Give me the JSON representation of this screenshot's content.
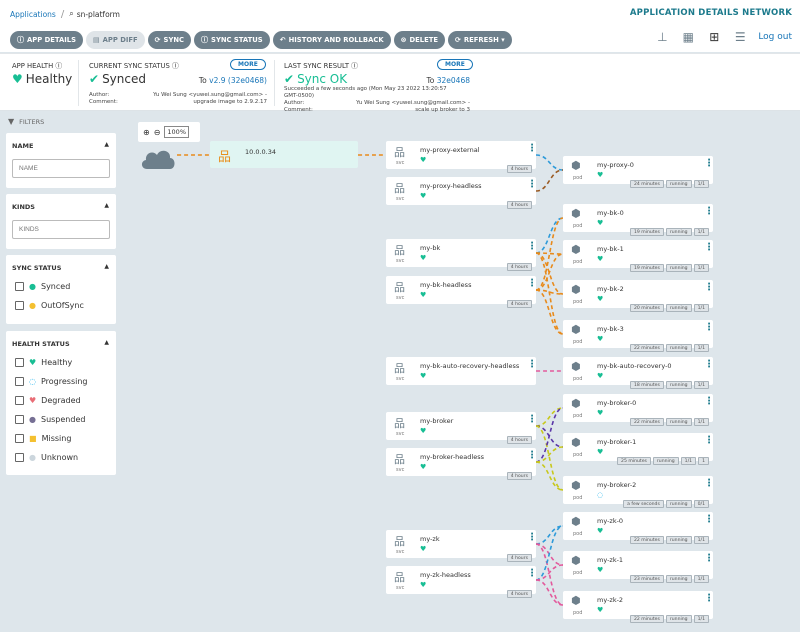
{
  "breadcrumb": {
    "parent": "Applications",
    "current": "sn-platform"
  },
  "page_title": "APPLICATION DETAILS NETWORK",
  "toolbar": [
    {
      "label": "APP DETAILS",
      "icon": "ⓘ",
      "style": "dark"
    },
    {
      "label": "APP DIFF",
      "icon": "▤",
      "style": "light"
    },
    {
      "label": "SYNC",
      "icon": "⟳",
      "style": "dark"
    },
    {
      "label": "SYNC STATUS",
      "icon": "ⓘ",
      "style": "dark"
    },
    {
      "label": "HISTORY AND ROLLBACK",
      "icon": "↶",
      "style": "dark"
    },
    {
      "label": "DELETE",
      "icon": "⊗",
      "style": "dark"
    },
    {
      "label": "REFRESH ▾",
      "icon": "⟳",
      "style": "dark"
    }
  ],
  "logout": "Log out",
  "status": {
    "health": {
      "label": "APP HEALTH ⓘ",
      "value": "Healthy"
    },
    "sync": {
      "label": "CURRENT SYNC STATUS ⓘ",
      "value": "Synced",
      "more": "MORE",
      "to_prefix": "To",
      "to_value": "v2.9 (32e0468)",
      "author_label": "Author:",
      "author": "Yu Wei Sung <yuwei.sung@gmail.com> -",
      "comment_label": "Comment:",
      "comment": "upgrade image to 2.9.2.17"
    },
    "last": {
      "label": "LAST SYNC RESULT ⓘ",
      "value": "Sync OK",
      "more": "MORE",
      "to_prefix": "To",
      "to_value": "32e0468",
      "ago": "Succeeded a few seconds ago (Mon May 23 2022 13:20:57",
      "tz": "GMT-0500)",
      "author_label": "Author:",
      "author": "Yu Wei Sung <yuwei.sung@gmail.com> -",
      "comment_label": "Comment:",
      "comment": "scale up broker to 3"
    }
  },
  "filters": {
    "header": "FILTERS",
    "name": {
      "title": "NAME",
      "placeholder": "NAME"
    },
    "kinds": {
      "title": "KINDS",
      "placeholder": "KINDS"
    },
    "sync_status": {
      "title": "SYNC STATUS",
      "items": [
        "Synced",
        "OutOfSync"
      ]
    },
    "health_status": {
      "title": "HEALTH STATUS",
      "items": [
        "Healthy",
        "Progressing",
        "Degraded",
        "Suspended",
        "Missing",
        "Unknown"
      ]
    }
  },
  "zoom": {
    "level": "100%"
  },
  "ip_node": "10.0.0.34",
  "services": [
    {
      "name": "my-proxy-external",
      "kind": "svc",
      "age": "4 hours"
    },
    {
      "name": "my-proxy-headless",
      "kind": "svc",
      "age": "4 hours"
    },
    {
      "name": "my-bk",
      "kind": "svc",
      "age": "4 hours"
    },
    {
      "name": "my-bk-headless",
      "kind": "svc",
      "age": "4 hours"
    },
    {
      "name": "my-bk-auto-recovery-headless",
      "kind": "svc",
      "age": ""
    },
    {
      "name": "my-broker",
      "kind": "svc",
      "age": "4 hours"
    },
    {
      "name": "my-broker-headless",
      "kind": "svc",
      "age": "4 hours"
    },
    {
      "name": "my-zk",
      "kind": "svc",
      "age": "4 hours"
    },
    {
      "name": "my-zk-headless",
      "kind": "svc",
      "age": "4 hours"
    }
  ],
  "pods": [
    {
      "name": "my-proxy-0",
      "kind": "pod",
      "tags": [
        "24 minutes",
        "running",
        "1/1"
      ]
    },
    {
      "name": "my-bk-0",
      "kind": "pod",
      "tags": [
        "19 minutes",
        "running",
        "1/1"
      ]
    },
    {
      "name": "my-bk-1",
      "kind": "pod",
      "tags": [
        "19 minutes",
        "running",
        "1/1"
      ]
    },
    {
      "name": "my-bk-2",
      "kind": "pod",
      "tags": [
        "20 minutes",
        "running",
        "1/1"
      ]
    },
    {
      "name": "my-bk-3",
      "kind": "pod",
      "tags": [
        "22 minutes",
        "running",
        "1/1"
      ]
    },
    {
      "name": "my-bk-auto-recovery-0",
      "kind": "pod",
      "tags": [
        "18 minutes",
        "running",
        "1/1"
      ]
    },
    {
      "name": "my-broker-0",
      "kind": "pod",
      "tags": [
        "22 minutes",
        "running",
        "1/1"
      ]
    },
    {
      "name": "my-broker-1",
      "kind": "pod",
      "tags": [
        "25 minutes",
        "running",
        "1/1",
        "1"
      ]
    },
    {
      "name": "my-broker-2",
      "kind": "pod",
      "tags": [
        "a few seconds",
        "running",
        "0/1"
      ],
      "progressing": true
    },
    {
      "name": "my-zk-0",
      "kind": "pod",
      "tags": [
        "22 minutes",
        "running",
        "1/1"
      ]
    },
    {
      "name": "my-zk-1",
      "kind": "pod",
      "tags": [
        "23 minutes",
        "running",
        "1/1"
      ]
    },
    {
      "name": "my-zk-2",
      "kind": "pod",
      "tags": [
        "22 minutes",
        "running",
        "1/1"
      ]
    }
  ],
  "edge_colors": [
    "#2d9ad9",
    "#e88a1b",
    "#e35a9c",
    "#5a35a8",
    "#c8c81b",
    "#9a5a22"
  ]
}
